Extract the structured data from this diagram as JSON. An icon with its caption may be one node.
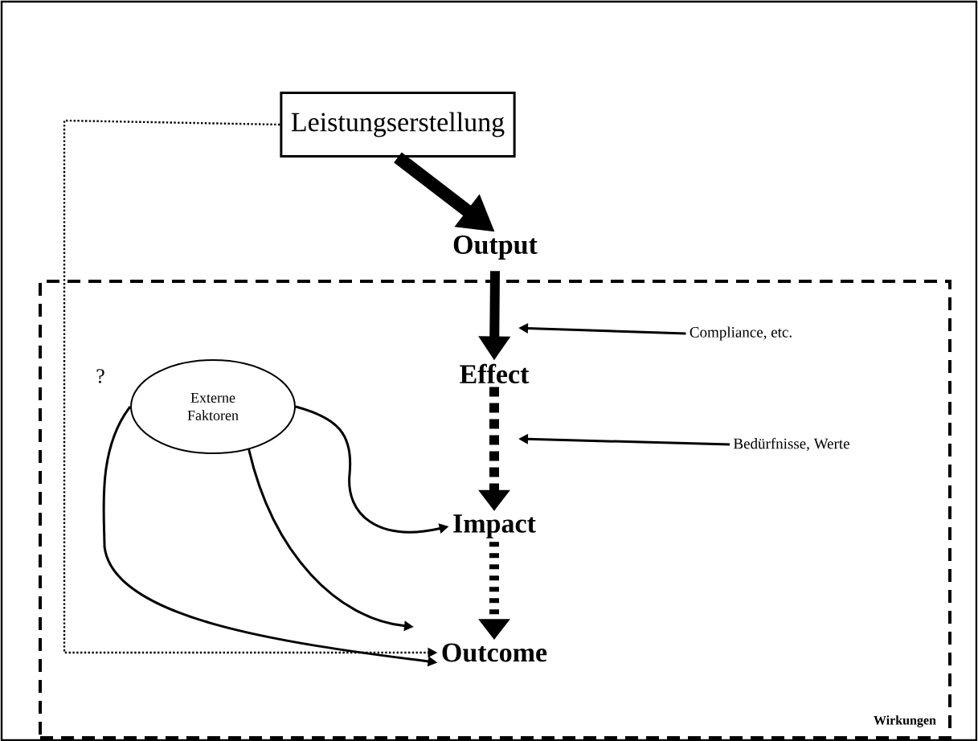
{
  "diagram": {
    "nodes": [
      {
        "text": [
          "Leistungserstellung"
        ]
      },
      {
        "text": [
          "Wirkungen"
        ]
      },
      {
        "text": [
          "Output"
        ]
      },
      {
        "text": [
          "Effect"
        ],
        "in": 1
      },
      {
        "text": [
          "Impact"
        ],
        "in": 1
      },
      {
        "text": [
          "Outcome"
        ],
        "in": 1
      },
      {
        "text": [
          "Externe Faktoren"
        ],
        "in": 1
      },
      {
        "text": [
          "Compliance, etc."
        ],
        "in": 1
      },
      {
        "text": [
          "Bedürfnisse, Werte"
        ],
        "in": 1
      }
    ],
    "edges": [
      {
        "from": 0,
        "to": 2,
        "arrow": "to",
        "style": "thick"
      },
      {
        "from": 2,
        "to": 3,
        "arrow": "to",
        "style": "thick"
      },
      {
        "from": 3,
        "to": 4,
        "arrow": "to",
        "style": "dashed"
      },
      {
        "from": 4,
        "to": 5,
        "arrow": "to",
        "style": "dashed"
      },
      {
        "from": 7,
        "to": null,
        "arrow": "to"
      },
      {
        "from": 8,
        "to": null,
        "arrow": "to"
      },
      {
        "from": 0,
        "to": 5,
        "arrow": "to",
        "style": "dashed"
      },
      {
        "from": 6,
        "to": 4,
        "arrow": "to"
      },
      {
        "from": 6,
        "to": null,
        "arrow": "to"
      },
      {
        "from": 6,
        "to": 5,
        "arrow": "to"
      }
    ],
    "labels": [
      "?"
    ]
  }
}
